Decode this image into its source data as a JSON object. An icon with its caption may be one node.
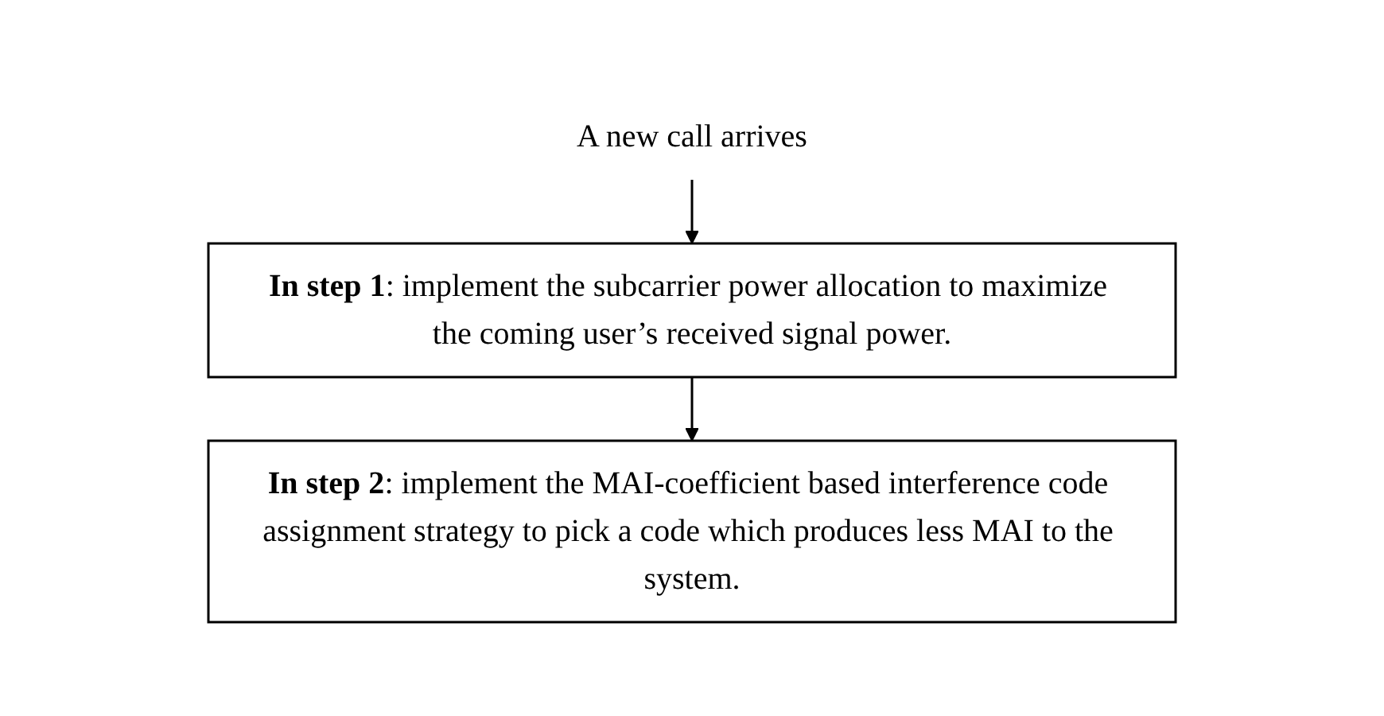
{
  "diagram": {
    "nodes": [
      {
        "text": [
          "A new call arrives"
        ]
      },
      {
        "text": [
          "**In step 1**: implement the subcarrier power allocation to maximize the coming user’s received signal power."
        ]
      },
      {
        "text": [
          "**In step 2**: implement the MAI-coefficient based interference code assignment strategy to pick a code which produces less MAI to the system."
        ]
      }
    ],
    "edges": [
      {
        "from": 0,
        "to": 1,
        "arrow": "to"
      },
      {
        "from": 1,
        "to": 2,
        "arrow": "to"
      }
    ]
  }
}
